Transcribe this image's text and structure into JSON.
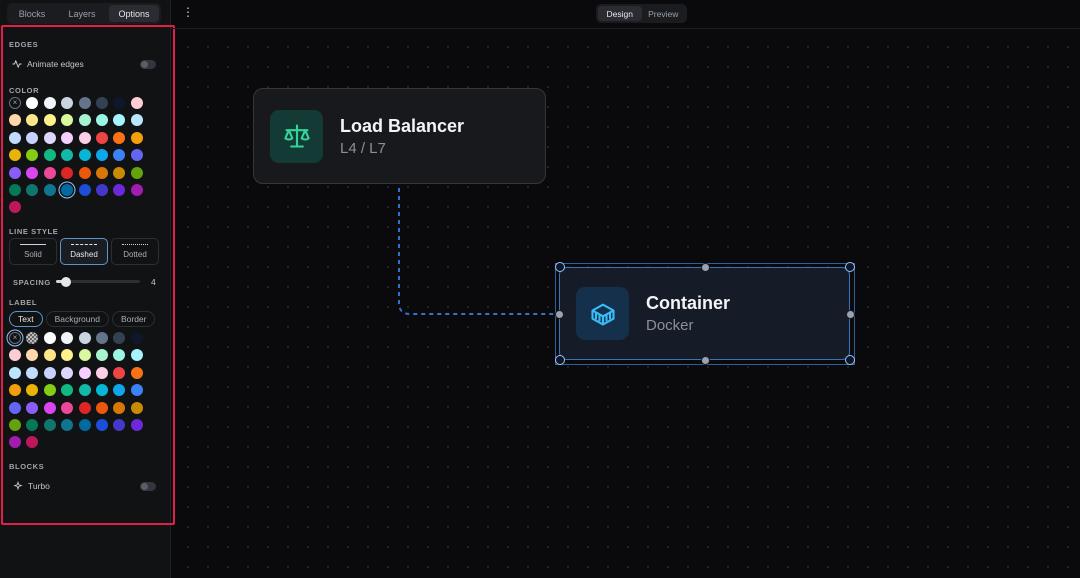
{
  "sidebar": {
    "tabs": [
      "Blocks",
      "Layers",
      "Options"
    ],
    "active_tab": "Options"
  },
  "edges": {
    "title": "EDGES",
    "animate_label": "Animate edges",
    "animate_on": false,
    "color_title": "COLOR",
    "colors": [
      "none",
      "#ffffff",
      "#f1f5f9",
      "#cbd5e1",
      "#64748b",
      "#334155",
      "#0f172a",
      "#fecdd3",
      "#fed7aa",
      "#fde68a",
      "#fef08a",
      "#d9f99d",
      "#a7f3d0",
      "#99f6e4",
      "#a5f3fc",
      "#bae6fd",
      "#bfdbfe",
      "#c7d2fe",
      "#ddd6fe",
      "#f5d0fe",
      "#fbcfe8",
      "#ef4444",
      "#f97316",
      "#f59e0b",
      "#eab308",
      "#84cc16",
      "#10b981",
      "#14b8a6",
      "#06b6d4",
      "#0ea5e9",
      "#3b82f6",
      "#6366f1",
      "#8b5cf6",
      "#d946ef",
      "#ec4899",
      "#dc2626",
      "#ea580c",
      "#d97706",
      "#ca8a04",
      "#65a30d",
      "#047857",
      "#0f766e",
      "#0e7490",
      "#0369a1",
      "#1d4ed8",
      "#4338ca",
      "#6d28d9",
      "#a21caf",
      "#be185d"
    ],
    "selected_color_index": 43,
    "line_style_title": "LINE STYLE",
    "line_styles": [
      "Solid",
      "Dashed",
      "Dotted"
    ],
    "active_line_style": "Dashed",
    "spacing_label": "SPACING",
    "spacing_value": "4",
    "spacing_fraction": 0.12
  },
  "label": {
    "title": "LABEL",
    "tabs": [
      "Text",
      "Background",
      "Border"
    ],
    "active_tab": "Text",
    "colors": [
      "none",
      "checker",
      "#ffffff",
      "#f1f5f9",
      "#cbd5e1",
      "#64748b",
      "#334155",
      "#0f172a",
      "#fecdd3",
      "#fed7aa",
      "#fde68a",
      "#fef08a",
      "#d9f99d",
      "#a7f3d0",
      "#99f6e4",
      "#a5f3fc",
      "#bae6fd",
      "#bfdbfe",
      "#c7d2fe",
      "#ddd6fe",
      "#f5d0fe",
      "#fbcfe8",
      "#ef4444",
      "#f97316",
      "#f59e0b",
      "#eab308",
      "#84cc16",
      "#10b981",
      "#14b8a6",
      "#06b6d4",
      "#0ea5e9",
      "#3b82f6",
      "#6366f1",
      "#8b5cf6",
      "#d946ef",
      "#ec4899",
      "#dc2626",
      "#ea580c",
      "#d97706",
      "#ca8a04",
      "#65a30d",
      "#047857",
      "#0f766e",
      "#0e7490",
      "#0369a1",
      "#1d4ed8",
      "#4338ca",
      "#6d28d9",
      "#a21caf",
      "#be185d"
    ],
    "selected_color_index": 0
  },
  "blocks": {
    "title": "BLOCKS",
    "turbo_label": "Turbo",
    "turbo_on": false
  },
  "topbar": {
    "modes": [
      "Design",
      "Preview"
    ],
    "active_mode": "Design"
  },
  "nodes": {
    "load_balancer": {
      "title": "Load Balancer",
      "subtitle": "L4 / L7",
      "icon": "scale-icon",
      "accent": "#34d399"
    },
    "container": {
      "title": "Container",
      "subtitle": "Docker",
      "icon": "container-icon",
      "accent": "#38bdf8"
    }
  },
  "edge": {
    "style": "dashed",
    "color": "#3b82f6"
  }
}
